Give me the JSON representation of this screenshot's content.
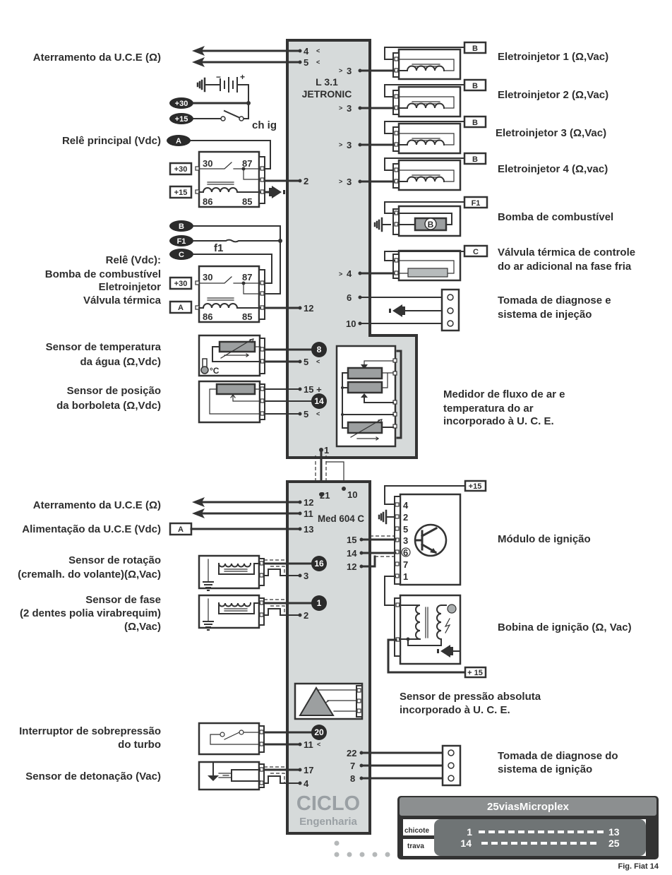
{
  "figure": {
    "caption": "Fig. Fiat 14"
  },
  "markers": {
    "in": "<",
    "out": ">"
  },
  "ecu_upper": {
    "model": [
      "L 3.1",
      "JETRONIC"
    ],
    "pins": {
      "ground_1": "4",
      "ground_2": "5",
      "main_relay": "2",
      "pump_relay": "12",
      "injectors": [
        "3",
        "3",
        "3",
        "3"
      ],
      "valve": "4",
      "diag_1": "6",
      "diag_2": "10",
      "water_temp_signal": "8",
      "water_temp_ground": "5",
      "throttle_supply": "15 +",
      "throttle_signal": "14",
      "throttle_ground": "5",
      "link": "1"
    }
  },
  "ecu_lower": {
    "model": "Med 604 C",
    "brand": "CICLO",
    "brand_sub": "Engenharia",
    "pins": {
      "link_1": "21",
      "link_2": "10",
      "ground_1": "12",
      "ground_2": "11",
      "supply": "13",
      "ignition": [
        "15",
        "14",
        "12"
      ],
      "rpm_signal": "16",
      "rpm_ground": "3",
      "phase_signal": "1",
      "phase_ground": "2",
      "turbo_signal": "20",
      "turbo_ground": "11",
      "diag": [
        "22",
        "7",
        "8"
      ],
      "knock": [
        "17",
        "4"
      ]
    }
  },
  "supply": {
    "battery_minus": "−",
    "battery_plus": "+",
    "plus30": "+30",
    "plus15": "+15",
    "plus15_spaced": "+ 15",
    "ignition_switch": "ch ig",
    "fuse": "f1"
  },
  "connectors": {
    "A": "A",
    "B": "B",
    "C": "C",
    "F1": "F1"
  },
  "relay_terminals": [
    "30",
    "87",
    "86",
    "85"
  ],
  "water_temp_unit": "°C",
  "fuel_pump_symbol": "B",
  "ignition_module_pins": [
    "4",
    "2",
    "5",
    "3",
    "6",
    "7",
    "1"
  ],
  "left_labels": {
    "ground_upper": "Aterramento da U.C.E (Ω)",
    "main_relay": "Relê principal (Vdc)",
    "relay2": [
      "Relê (Vdc):",
      "Bomba de combustível",
      "Eletroinjetor",
      "Válvula térmica"
    ],
    "water_temp": [
      "Sensor de temperatura",
      "da água  (Ω,Vdc)"
    ],
    "throttle": [
      "Sensor de posição",
      "da borboleta (Ω,Vdc)"
    ],
    "ground_lower": "Aterramento da U.C.E (Ω)",
    "supply_lower": "Alimentação da U.C.E (Vdc)",
    "rpm": [
      "Sensor de rotação",
      "(cremalh. do volante)(Ω,Vac)"
    ],
    "phase": [
      "Sensor de fase",
      "(2 dentes polia virabrequim)",
      "(Ω,Vac)"
    ],
    "turbo": [
      "Interruptor de sobrepressão",
      "do turbo"
    ],
    "knock": "Sensor de detonação (Vac)"
  },
  "right_labels": {
    "injectors": [
      "Eletroinjetor 1 (Ω,Vac)",
      "Eletroinjetor 2 (Ω,Vac)",
      "Eletroinjetor 3 (Ω,Vac)",
      "Eletroinjetor 4 (Ω,vac)"
    ],
    "pump": "Bomba de combustível",
    "valve": [
      "Válvula térmica de controle",
      "do ar adicional na fase fria"
    ],
    "diag_inj": [
      "Tomada de diagnose e",
      "sistema de injeção"
    ],
    "maf": [
      "Medidor de fluxo de ar e",
      "temperatura do ar",
      "incorporado à U. C. E."
    ],
    "ignition_module": "Módulo de ignição",
    "coil": "Bobina de ignição (Ω, Vac)",
    "map_sensor": [
      "Sensor de pressão absoluta",
      "incorporado à U. C. E."
    ],
    "diag_ign": [
      "Tomada de diagnose do",
      "sistema de ignição"
    ]
  },
  "microplex": {
    "title": "25viasMicroplex",
    "row_labels": [
      "chicote",
      "trava"
    ],
    "row1": {
      "start": "1",
      "end": "13"
    },
    "row2": {
      "start": "14",
      "end": "25"
    }
  }
}
